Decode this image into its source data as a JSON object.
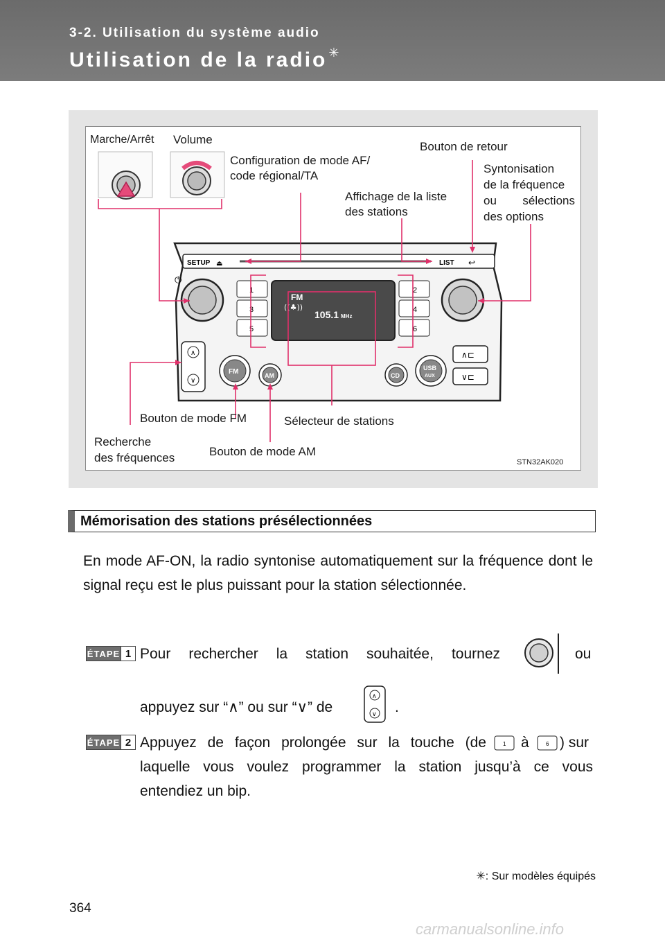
{
  "header": {
    "section": "3-2. Utilisation du système audio",
    "title": "Utilisation de la radio",
    "title_mark": "✳"
  },
  "figure": {
    "labels": {
      "power": "Marche/Arrêt",
      "volume": "Volume",
      "af_config_1": "Configuration de mode AF/",
      "af_config_2": "code régional/TA",
      "return": "Bouton de retour",
      "list_1": "Affichage de la liste",
      "list_2": "des stations",
      "tune_1": "Syntonisation",
      "tune_2": "de la fréquence",
      "tune_3a": "ou",
      "tune_3b": "sélections",
      "tune_4": "des options",
      "fm_mode": "Bouton de mode FM",
      "station_selector": "Sélecteur de stations",
      "seek_1": "Recherche",
      "seek_2": "des fréquences",
      "am_mode": "Bouton de mode AM",
      "code": "STN32AK020"
    },
    "device": {
      "setup": "SETUP",
      "list": "LIST",
      "fm": "FM",
      "am": "AM",
      "cd": "CD",
      "usb": "USB",
      "aux": "AUX",
      "display_band": "FM",
      "display_freq": "105.1",
      "display_unit": "MHz",
      "presets": [
        "1",
        "2",
        "3",
        "4",
        "5",
        "6"
      ]
    }
  },
  "section": {
    "heading": "Mémorisation des stations présélectionnées",
    "paragraph": "En mode AF-ON, la radio syntonise automatiquement sur la fréquence dont le signal reçu est le plus puissant pour la station sélectionnée."
  },
  "steps": [
    {
      "badge": "ÉTAPE",
      "num": "1",
      "line1_a": "Pour rechercher la station souhaitée, tournez",
      "line1_b": "ou",
      "line2_a": "appuyez sur “∧” ou sur “∨” de",
      "line2_b": "."
    },
    {
      "badge": "ÉTAPE",
      "num": "2",
      "line1_a": "Appuyez de façon prolongée sur la touche (de",
      "line1_b": "à",
      "line1_c": ") sur",
      "line2": "laquelle vous voulez programmer la station jusqu’à ce vous",
      "line3": "entendiez un bip.",
      "key_from": "1",
      "key_to": "6"
    }
  ],
  "footnote": "✳: Sur modèles équipés",
  "page_number": "364",
  "watermark": "carmanualsonline.info"
}
